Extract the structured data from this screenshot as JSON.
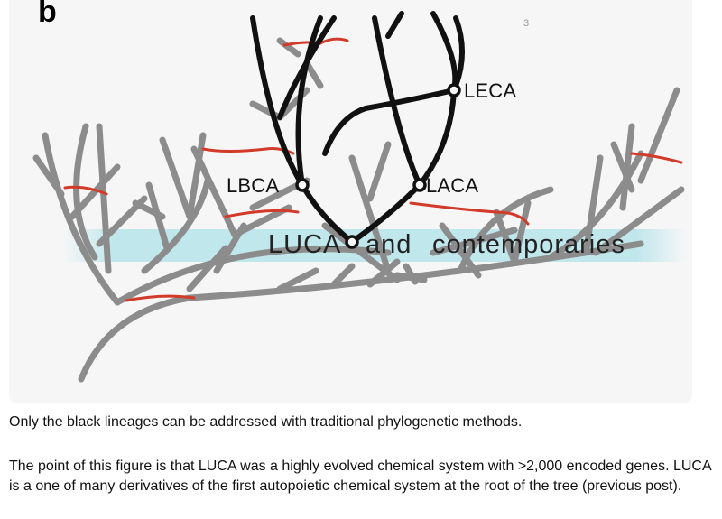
{
  "figure": {
    "panel_letter": "b",
    "page_number": "3",
    "nodes": {
      "leca": "LECA",
      "lbca": "LBCA",
      "laca": "LACA"
    },
    "band": {
      "luca": "LUCA",
      "and": "and",
      "contemporaries": "contemporaries"
    },
    "colors": {
      "black_lineage": "#111111",
      "gray_lineage": "#8c8c8c",
      "red_transfer": "#d23a2a",
      "band": "#bfe7ec"
    }
  },
  "caption": {
    "line1": "Only the black lineages can be addressed with traditional phylogenetic methods.",
    "para2": "The point of this figure is that LUCA was a highly evolved chemical system with >2,000 encoded genes. LUCA is a one of many derivatives of the first autopoietic chemical system at the root of the tree (previous post)."
  }
}
